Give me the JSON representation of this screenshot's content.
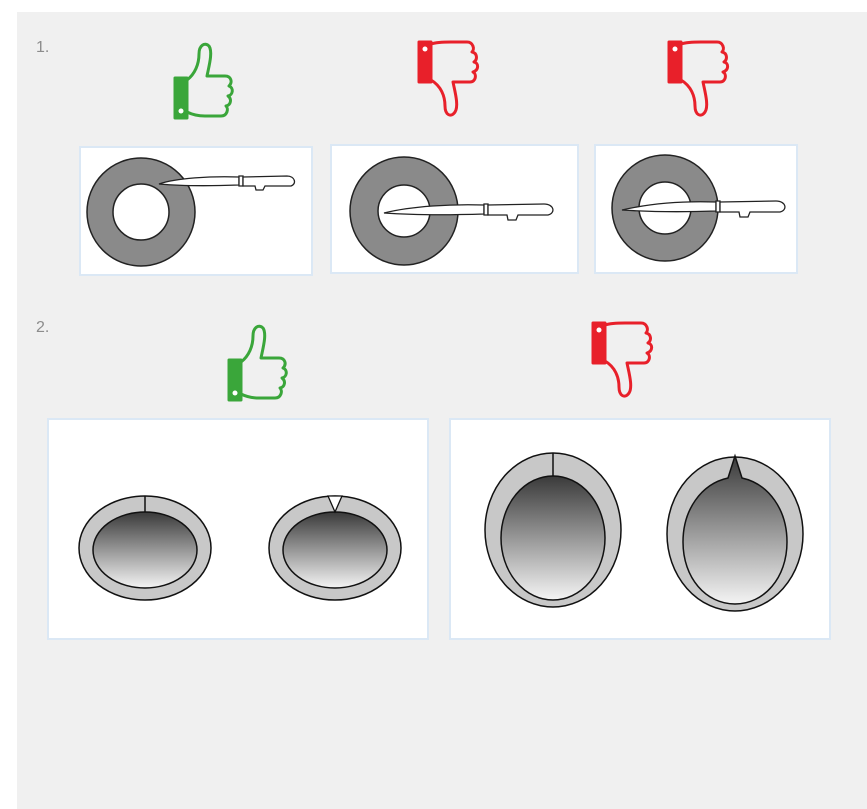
{
  "sections": [
    {
      "number": "1.",
      "examples": [
        {
          "verdict": "thumbs-up",
          "knife": "outer-edge"
        },
        {
          "verdict": "thumbs-down",
          "knife": "centered"
        },
        {
          "verdict": "thumbs-down",
          "knife": "centered"
        }
      ]
    },
    {
      "number": "2.",
      "examples": [
        {
          "verdict": "thumbs-up",
          "marker": "line-and-notch"
        },
        {
          "verdict": "thumbs-down",
          "marker": "line-and-point"
        }
      ]
    }
  ],
  "colors": {
    "approve": "#3aa63a",
    "reject": "#e8202a",
    "card_border": "#dbe8f5",
    "ring": "#8a8a8a",
    "knob_rim": "#c8c8c8",
    "background": "#f0f0f0"
  }
}
